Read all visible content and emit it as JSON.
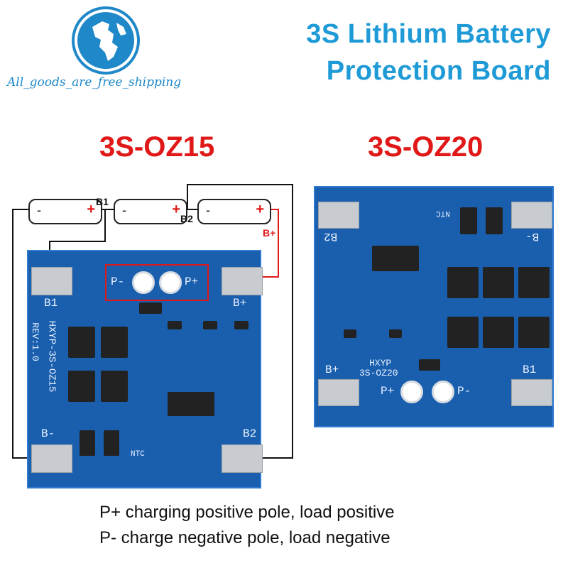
{
  "store": {
    "name": "All_goods_are_free_shipping",
    "logo_icon": "globe-icon"
  },
  "title": {
    "line1": "3S Lithium Battery",
    "line2": "Protection Board",
    "color": "#1e9ad6"
  },
  "models": {
    "left": "3S-OZ15",
    "right": "3S-OZ20",
    "color": "#e01818"
  },
  "wiring": {
    "cell_minus": "-",
    "cell_plus": "+",
    "label_b1": "B1",
    "label_b2": "B2",
    "label_bplus": "B+"
  },
  "board_left": {
    "p_minus": "P-",
    "p_plus": "P+",
    "b1": "B1",
    "b_plus": "B+",
    "b_minus": "B-",
    "b2": "B2",
    "model_text": "HXYP-3S-OZ15",
    "rev_text": "REV:1.0",
    "ntc": "NTC"
  },
  "board_right": {
    "b2": "B2",
    "b_minus": "B-",
    "b_plus": "B+",
    "b1": "B1",
    "p_plus": "P+",
    "p_minus": "P-",
    "brand": "HXYP",
    "model_text": "3S-OZ20",
    "ntc": "NTC"
  },
  "captions": {
    "line1": "P+ charging positive pole, load positive",
    "line2": "P-  charge negative pole, load negative"
  }
}
